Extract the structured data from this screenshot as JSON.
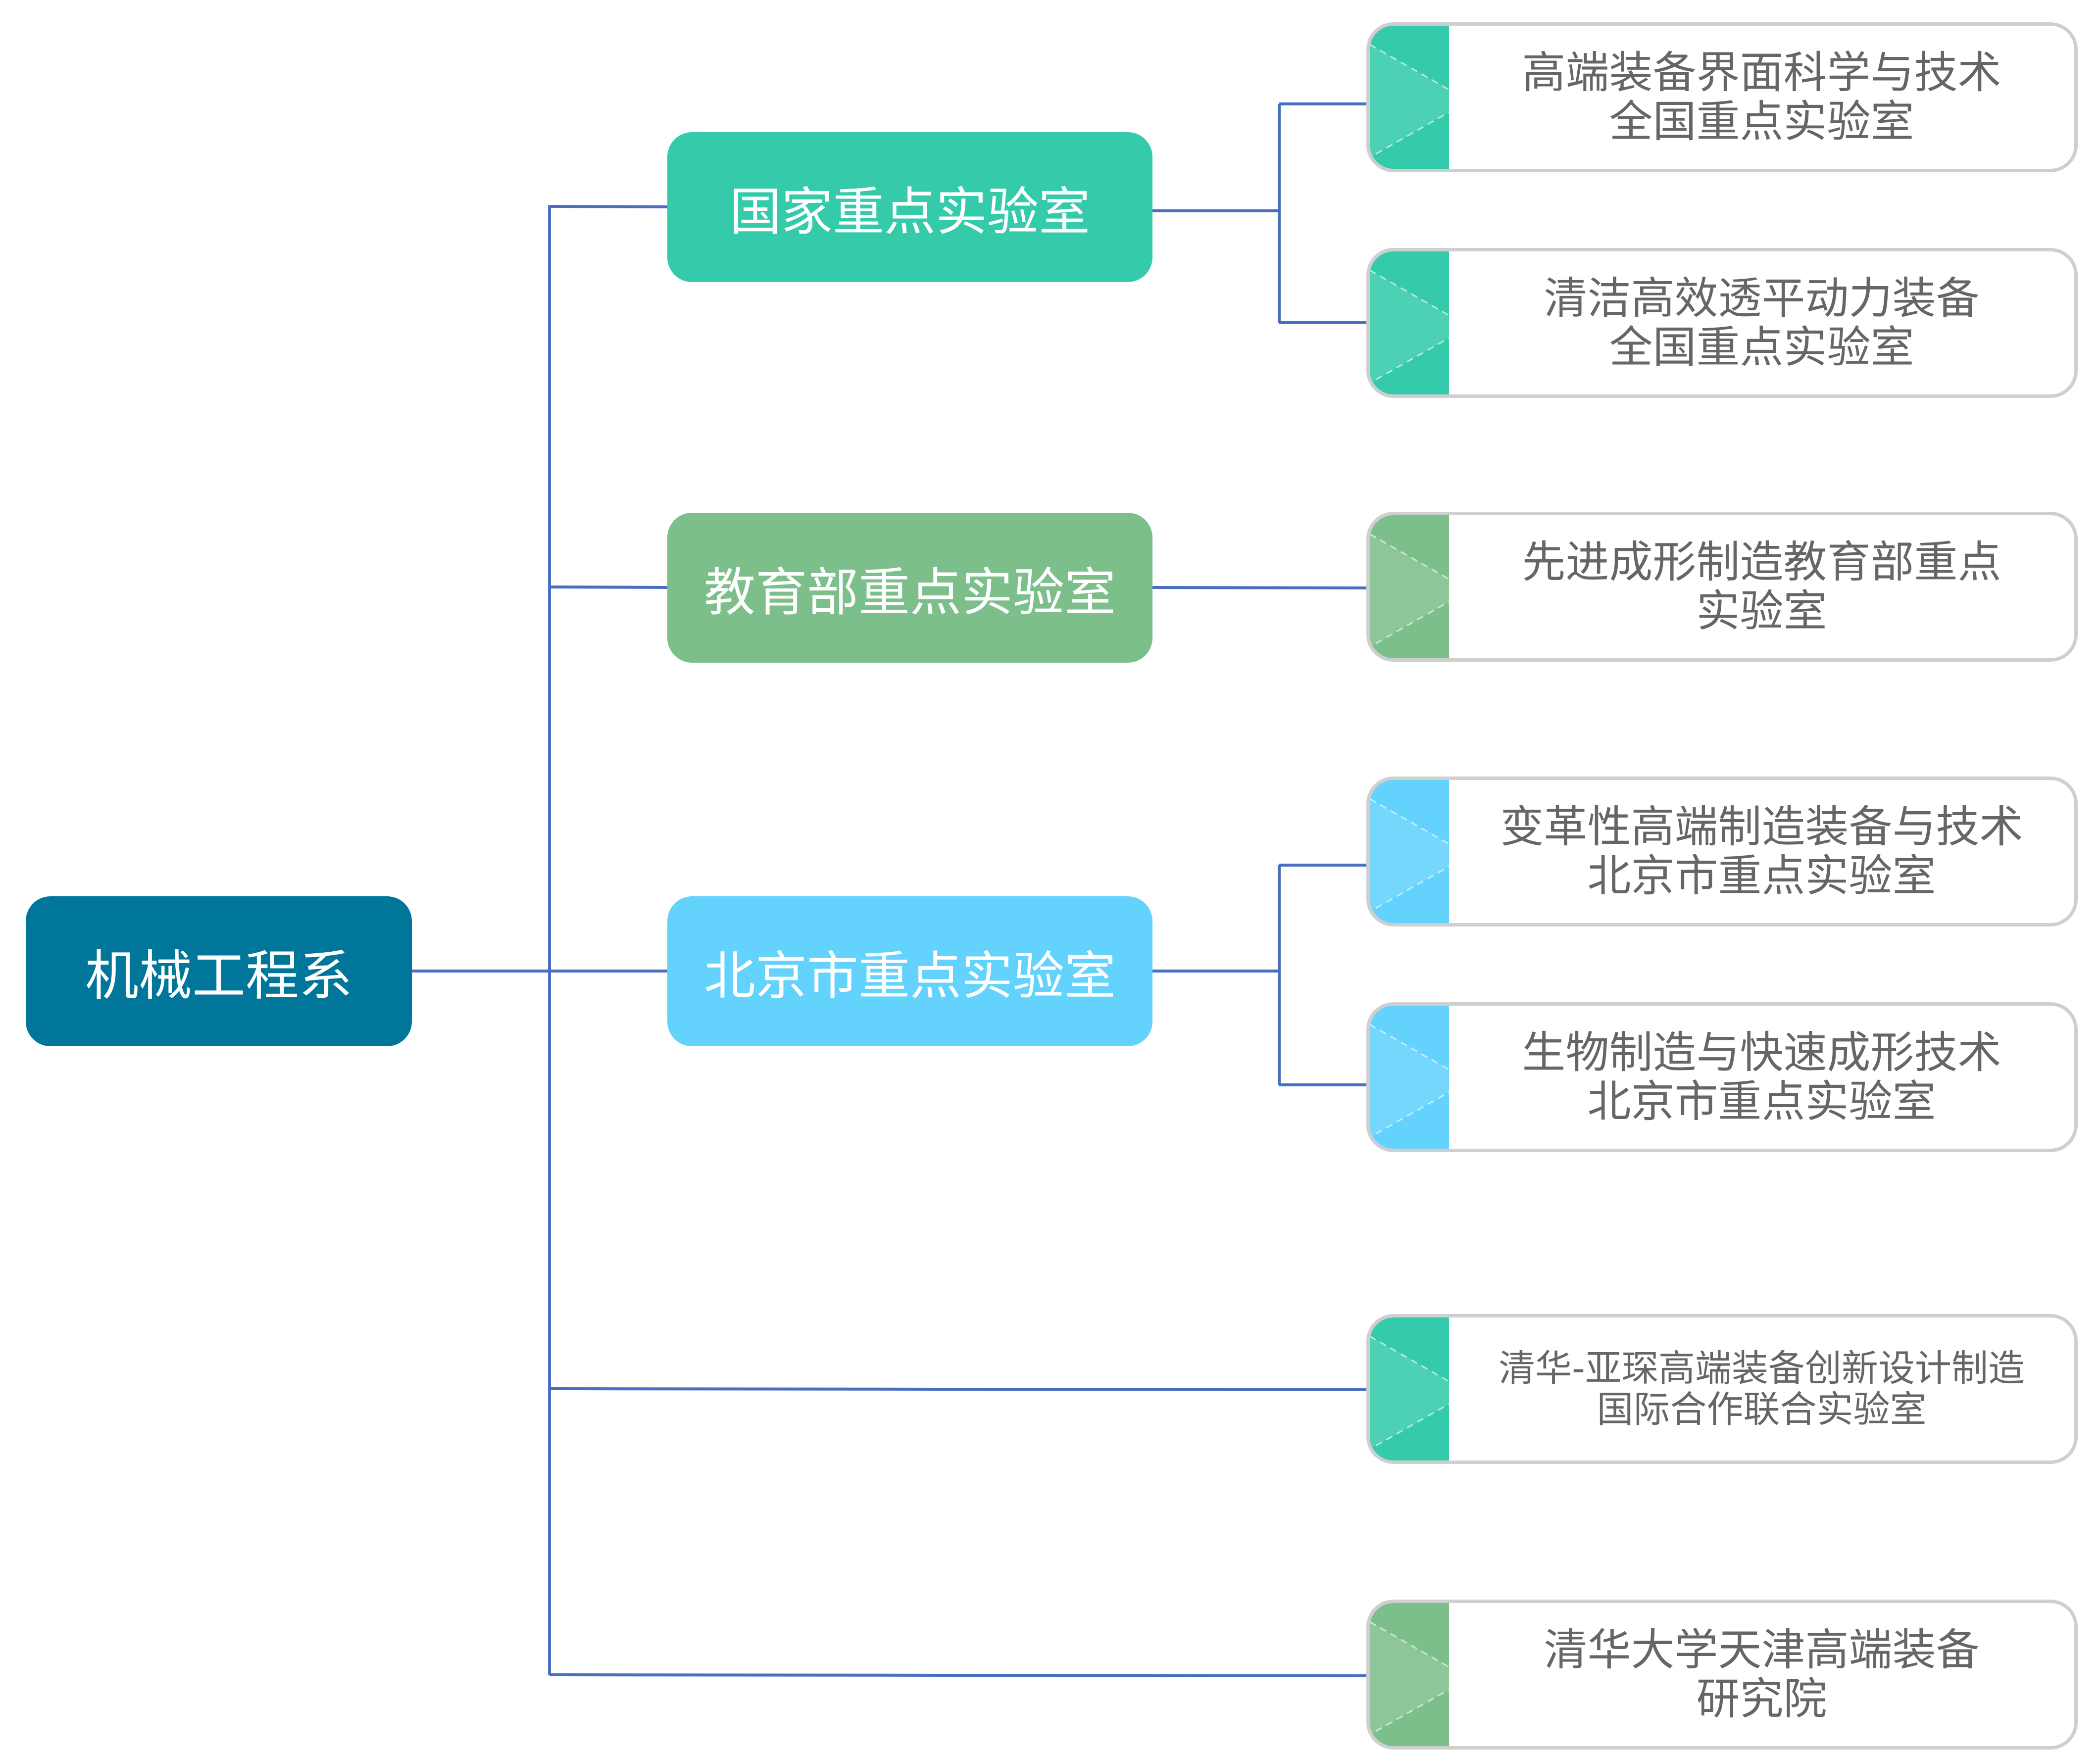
{
  "colors": {
    "root": "#00769b",
    "national": "#35cbaa",
    "moe": "#7dbf8b",
    "beijing": "#63d2fd",
    "connector": "#4a6fc0",
    "leaf_border": "#cfcfcf",
    "leaf_text": "#666666"
  },
  "root": {
    "label": "机械工程系"
  },
  "categories": [
    {
      "id": "national",
      "label": "国家重点实验室"
    },
    {
      "id": "moe",
      "label": "教育部重点实验室"
    },
    {
      "id": "beijing",
      "label": "北京市重点实验室"
    }
  ],
  "leaves": [
    {
      "color": "national",
      "line1": "高端装备界面科学与技术",
      "line2": "全国重点实验室"
    },
    {
      "color": "national",
      "line1": "清洁高效透平动力装备",
      "line2": "全国重点实验室"
    },
    {
      "color": "moe",
      "line1": "先进成形制造教育部重点",
      "line2": "实验室"
    },
    {
      "color": "beijing",
      "line1": "变革性高端制造装备与技术",
      "line2": "北京市重点实验室"
    },
    {
      "color": "beijing",
      "line1": "生物制造与快速成形技术",
      "line2": "北京市重点实验室"
    },
    {
      "color": "national",
      "line1": "清华-亚琛高端装备创新设计制造",
      "line2": "国际合作联合实验室"
    },
    {
      "color": "moe",
      "line1": "清华大学天津高端装备",
      "line2": "研究院"
    }
  ]
}
